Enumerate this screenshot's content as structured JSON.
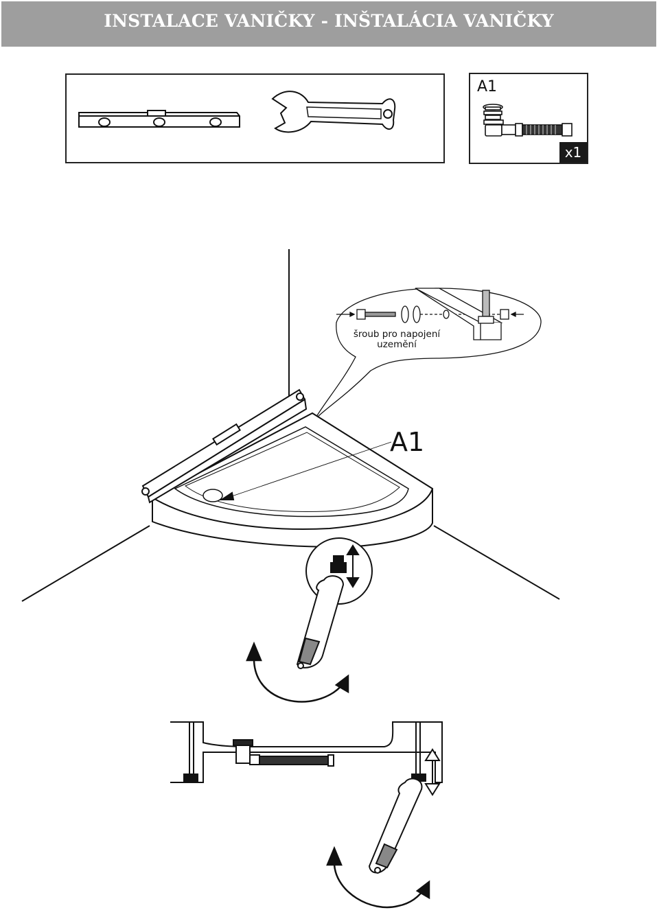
{
  "header": {
    "title": "INSTALACE VANIČKY - INŠTALÁCIA VANIČKY"
  },
  "parts": {
    "part_id": "A1",
    "quantity": "x1"
  },
  "callout": {
    "line1": "šroub pro napojení",
    "line2": "uzemění"
  },
  "diagram": {
    "drain_label": "A1"
  }
}
